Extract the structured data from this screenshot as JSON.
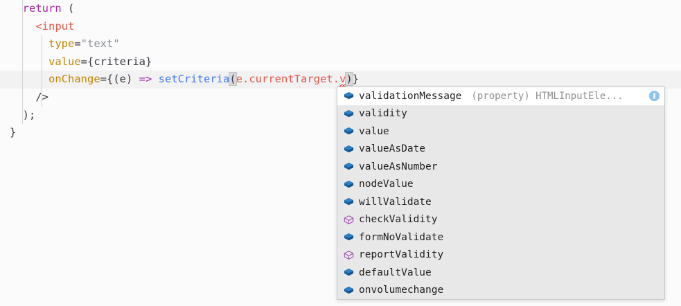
{
  "editor": {
    "background": "#fbfbfb",
    "current_line_background": "#f2f2f2",
    "lines": [
      {
        "indent_guides": 0,
        "current": false,
        "tokens": [
          {
            "t": "  ",
            "c": "punc"
          },
          {
            "t": "return",
            "c": "kw"
          },
          {
            "t": " (",
            "c": "punc"
          }
        ]
      },
      {
        "indent_guides": 1,
        "current": false,
        "tokens": [
          {
            "t": "    <",
            "c": "tag"
          },
          {
            "t": "input",
            "c": "tag"
          }
        ]
      },
      {
        "indent_guides": 2,
        "current": false,
        "tokens": [
          {
            "t": "      ",
            "c": "punc"
          },
          {
            "t": "type",
            "c": "attr"
          },
          {
            "t": "=",
            "c": "punc"
          },
          {
            "t": "\"text\"",
            "c": "str"
          }
        ]
      },
      {
        "indent_guides": 2,
        "current": false,
        "tokens": [
          {
            "t": "      ",
            "c": "punc"
          },
          {
            "t": "value",
            "c": "attr"
          },
          {
            "t": "={criteria}",
            "c": "punc"
          }
        ]
      },
      {
        "indent_guides": 2,
        "current": true,
        "tokens": [
          {
            "t": "      ",
            "c": "punc"
          },
          {
            "t": "onChange",
            "c": "attr"
          },
          {
            "t": "={(e) ",
            "c": "punc"
          },
          {
            "t": "=>",
            "c": "kw"
          },
          {
            "t": " ",
            "c": "punc"
          },
          {
            "t": "setCriteria",
            "c": "fn"
          },
          {
            "t": "(",
            "c": "brmatch"
          },
          {
            "t": "e",
            "c": "param"
          },
          {
            "t": ".currentTarget.",
            "c": "param"
          },
          {
            "t": "v",
            "c": "squiggle"
          },
          {
            "t": "|",
            "c": "caret"
          },
          {
            "t": ")",
            "c": "brmatch"
          },
          {
            "t": "}",
            "c": "punc"
          }
        ]
      },
      {
        "indent_guides": 2,
        "current": false,
        "tokens": [
          {
            "t": "    />",
            "c": "punc"
          }
        ]
      },
      {
        "indent_guides": 1,
        "current": false,
        "tokens": [
          {
            "t": "  );",
            "c": "punc"
          }
        ]
      },
      {
        "indent_guides": 0,
        "current": false,
        "tokens": [
          {
            "t": "}",
            "c": "punc"
          }
        ]
      }
    ]
  },
  "suggest_widget": {
    "selected_index": 0,
    "selected_detail": "(property) HTMLInputEle...",
    "info_icon": "info-icon",
    "colors": {
      "property_icon": "#1565ad",
      "method_icon": "#a04bb0",
      "selected_row_background": "#ffffff",
      "list_background": "#e8e8e8",
      "border": "#c8c8c8",
      "info_icon_color": "#8fc4ea"
    },
    "items": [
      {
        "label": "validationMessage",
        "kind": "property",
        "icon": "property-cube-icon"
      },
      {
        "label": "validity",
        "kind": "property",
        "icon": "property-cube-icon"
      },
      {
        "label": "value",
        "kind": "property",
        "icon": "property-cube-icon"
      },
      {
        "label": "valueAsDate",
        "kind": "property",
        "icon": "property-cube-icon"
      },
      {
        "label": "valueAsNumber",
        "kind": "property",
        "icon": "property-cube-icon"
      },
      {
        "label": "nodeValue",
        "kind": "property",
        "icon": "property-cube-icon"
      },
      {
        "label": "willValidate",
        "kind": "property",
        "icon": "property-cube-icon"
      },
      {
        "label": "checkValidity",
        "kind": "method",
        "icon": "method-cube-icon"
      },
      {
        "label": "formNoValidate",
        "kind": "property",
        "icon": "property-cube-icon"
      },
      {
        "label": "reportValidity",
        "kind": "method",
        "icon": "method-cube-icon"
      },
      {
        "label": "defaultValue",
        "kind": "property",
        "icon": "property-cube-icon"
      },
      {
        "label": "onvolumechange",
        "kind": "property",
        "icon": "property-cube-icon"
      }
    ]
  }
}
